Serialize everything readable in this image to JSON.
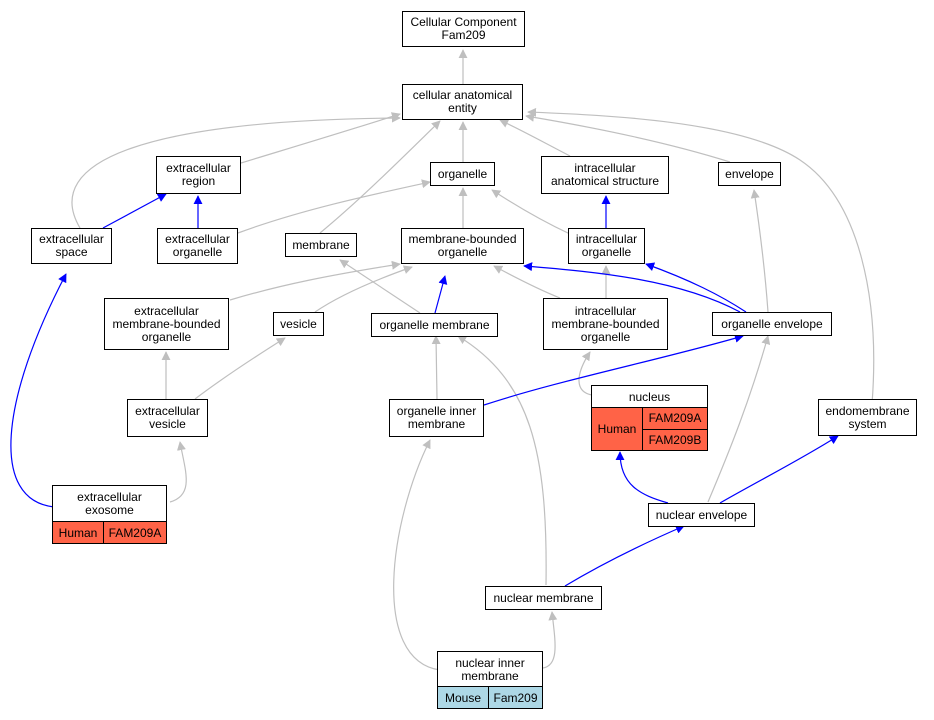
{
  "colors": {
    "is_a_edge": "#bfbfbf",
    "part_of_edge": "#0000ff",
    "human": "#ff6347",
    "mouse": "#add8e6"
  },
  "nodes": {
    "root": "Cellular Component\nFam209",
    "cae": "cellular anatomical\nentity",
    "ecregion": "extracellular\nregion",
    "organelle": "organelle",
    "ias": "intracellular\nanatomical structure",
    "envelope": "envelope",
    "ecspace": "extracellular\nspace",
    "ecorganelle": "extracellular\norganelle",
    "membrane": "membrane",
    "mbo": "membrane-bounded\norganelle",
    "icorganelle": "intracellular\norganelle",
    "ecmbo": "extracellular\nmembrane-bounded\norganelle",
    "vesicle": "vesicle",
    "orgmembrane": "organelle membrane",
    "icmbo": "intracellular\nmembrane-bounded\norganelle",
    "orgenvelope": "organelle envelope",
    "ecvesicle": "extracellular\nvesicle",
    "oim": "organelle inner\nmembrane",
    "nucleus": "nucleus",
    "endomembrane": "endomembrane\nsystem",
    "exosome": "extracellular\nexosome",
    "nucenvelope": "nuclear envelope",
    "nucmembrane": "nuclear membrane",
    "nim": "nuclear inner\nmembrane"
  },
  "annotations": {
    "nucleus": {
      "species": "Human",
      "genes": [
        "FAM209A",
        "FAM209B"
      ]
    },
    "exosome": {
      "species": "Human",
      "genes": [
        "FAM209A"
      ]
    },
    "nim": {
      "species": "Mouse",
      "genes": [
        "Fam209"
      ]
    }
  }
}
